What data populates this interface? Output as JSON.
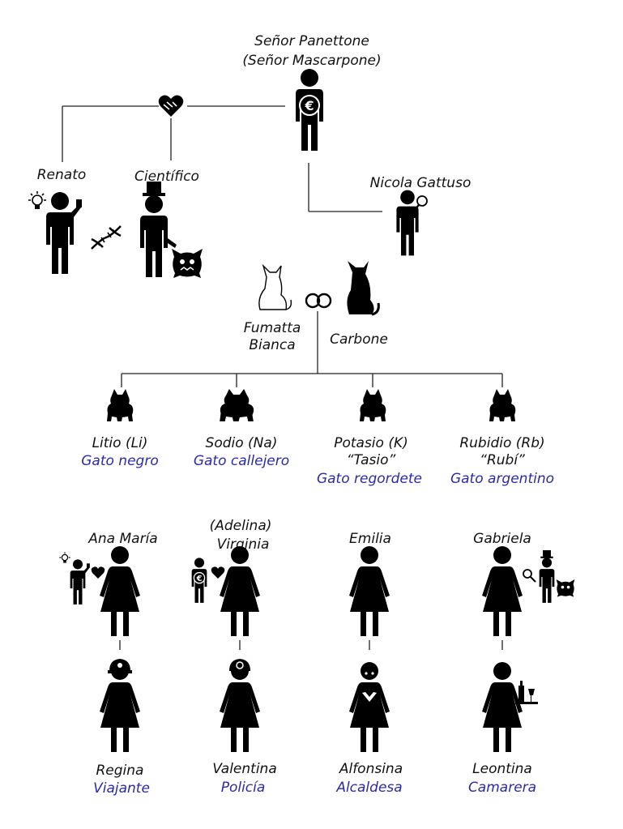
{
  "top": {
    "name_line1": "Señor Panettone",
    "name_line2": "(Señor Mascarpone)",
    "symbol": "€",
    "icon": "person-euro-icon"
  },
  "branch": {
    "left_name": "Renato",
    "middle_name": "Científico",
    "right_name": "Nicola Gattuso",
    "handshake_icon": "handshake-heart-icon",
    "dna_icon": "dna-icon",
    "monster_icon": "monster-icon",
    "lightbulb_icon": "lightbulb-icon",
    "magnifier_icon": "magnifier-icon"
  },
  "cats": {
    "mother_line1": "Fumatta",
    "mother_line2": "Bianca",
    "father": "Carbone",
    "rings_icon": "wedding-rings-icon",
    "kittens": [
      {
        "name": "Litio (Li)",
        "nickname": "",
        "role": "Gato negro"
      },
      {
        "name": "Sodio (Na)",
        "nickname": "",
        "role": "Gato callejero"
      },
      {
        "name": "Potasio (K)",
        "nickname": "“Tasio”",
        "role": "Gato regordete"
      },
      {
        "name": "Rubidio (Rb)",
        "nickname": "“Rubí”",
        "role": "Gato argentino"
      }
    ]
  },
  "women": [
    {
      "name_line1": "Ana María",
      "name_line2": ""
    },
    {
      "name_line1": "(Adelina)",
      "name_line2": "Virginia"
    },
    {
      "name_line1": "Emilia",
      "name_line2": ""
    },
    {
      "name_line1": "Gabriela",
      "name_line2": ""
    }
  ],
  "descendants": [
    {
      "name": "Regina",
      "role": "Viajante",
      "icon": "pilot-cap-icon"
    },
    {
      "name": "Valentina",
      "role": "Policía",
      "icon": "police-cap-icon"
    },
    {
      "name": "Alfonsina",
      "role": "Alcaldesa",
      "icon": "mayor-sash-icon"
    },
    {
      "name": "Leontina",
      "role": "Camarera",
      "icon": "tray-bottle-icon"
    }
  ],
  "colors": {
    "text": "#111111",
    "role": "#2a2aa8",
    "lines": "#222222"
  }
}
